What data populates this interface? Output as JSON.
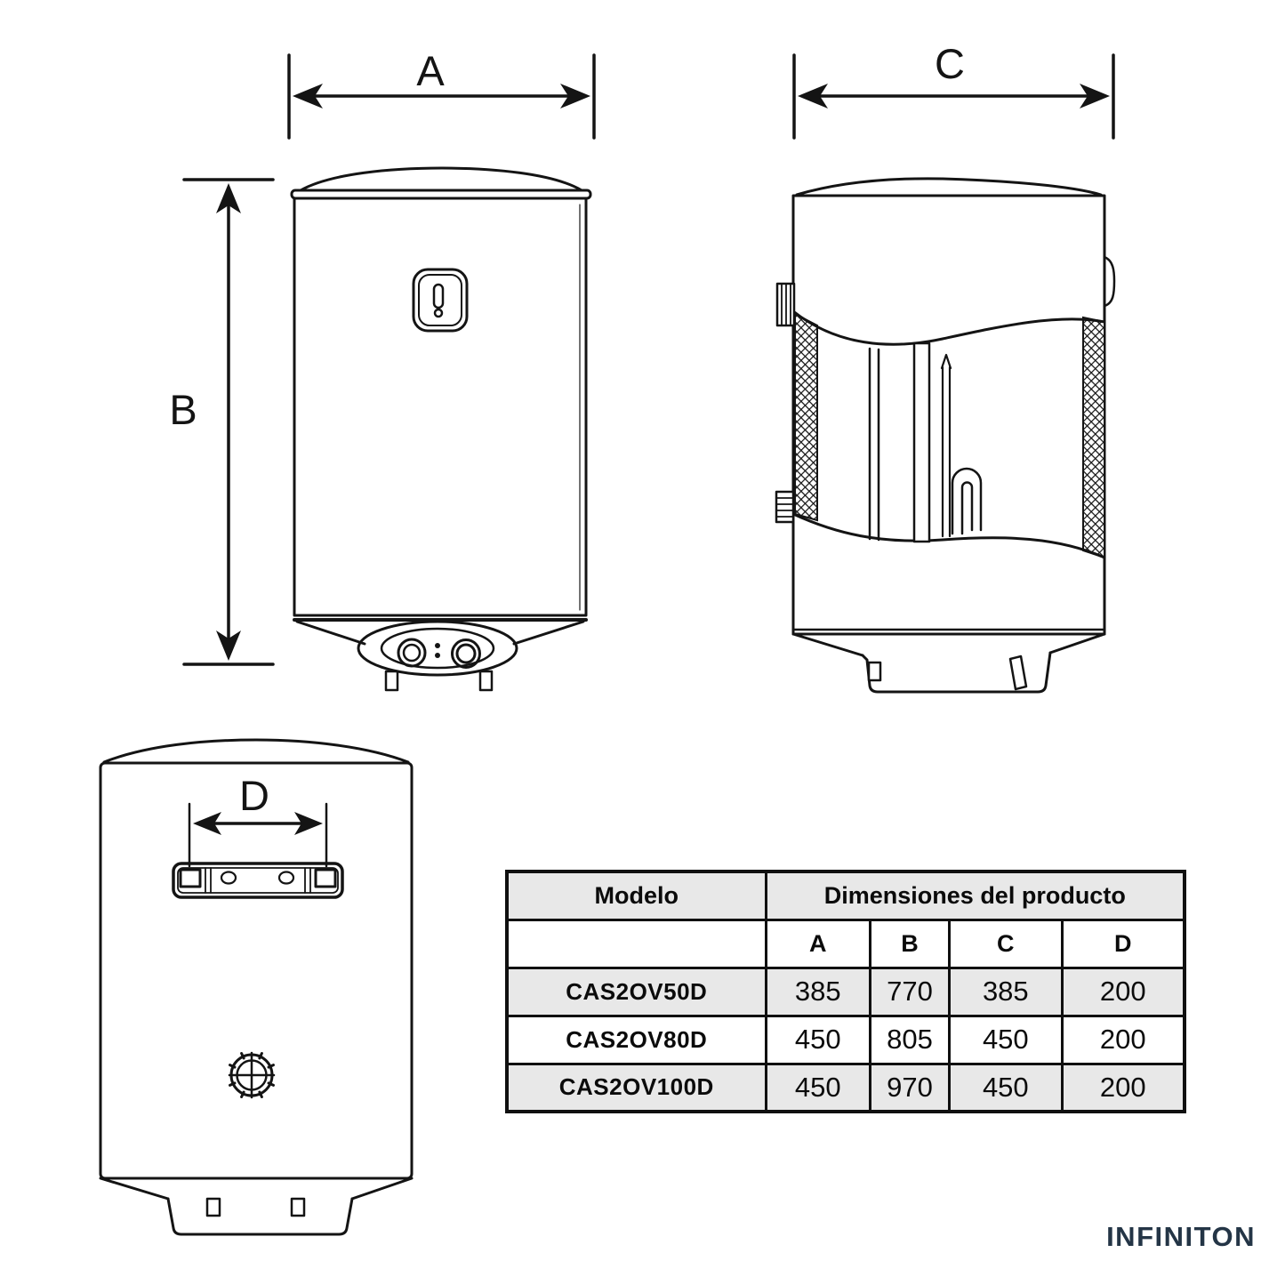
{
  "views": {
    "front": {
      "width_label": "A",
      "height_label": "B"
    },
    "side": {
      "width_label": "C"
    },
    "back": {
      "bracket_label": "D"
    }
  },
  "table": {
    "model_header": "Modelo",
    "dimensions_header": "Dimensiones del producto",
    "dim_columns": [
      "A",
      "B",
      "C",
      "D"
    ],
    "rows": [
      {
        "model": "CAS2OV50D",
        "values": [
          "385",
          "770",
          "385",
          "200"
        ]
      },
      {
        "model": "CAS2OV80D",
        "values": [
          "450",
          "805",
          "450",
          "200"
        ]
      },
      {
        "model": "CAS2OV100D",
        "values": [
          "450",
          "970",
          "450",
          "200"
        ]
      }
    ],
    "shade_color": "#e8e8e8",
    "border_color": "#101010"
  },
  "brand": {
    "logo_text": "INFINITON",
    "color": "#243546"
  },
  "drawing": {
    "line_color": "#141414",
    "background": "#ffffff"
  }
}
